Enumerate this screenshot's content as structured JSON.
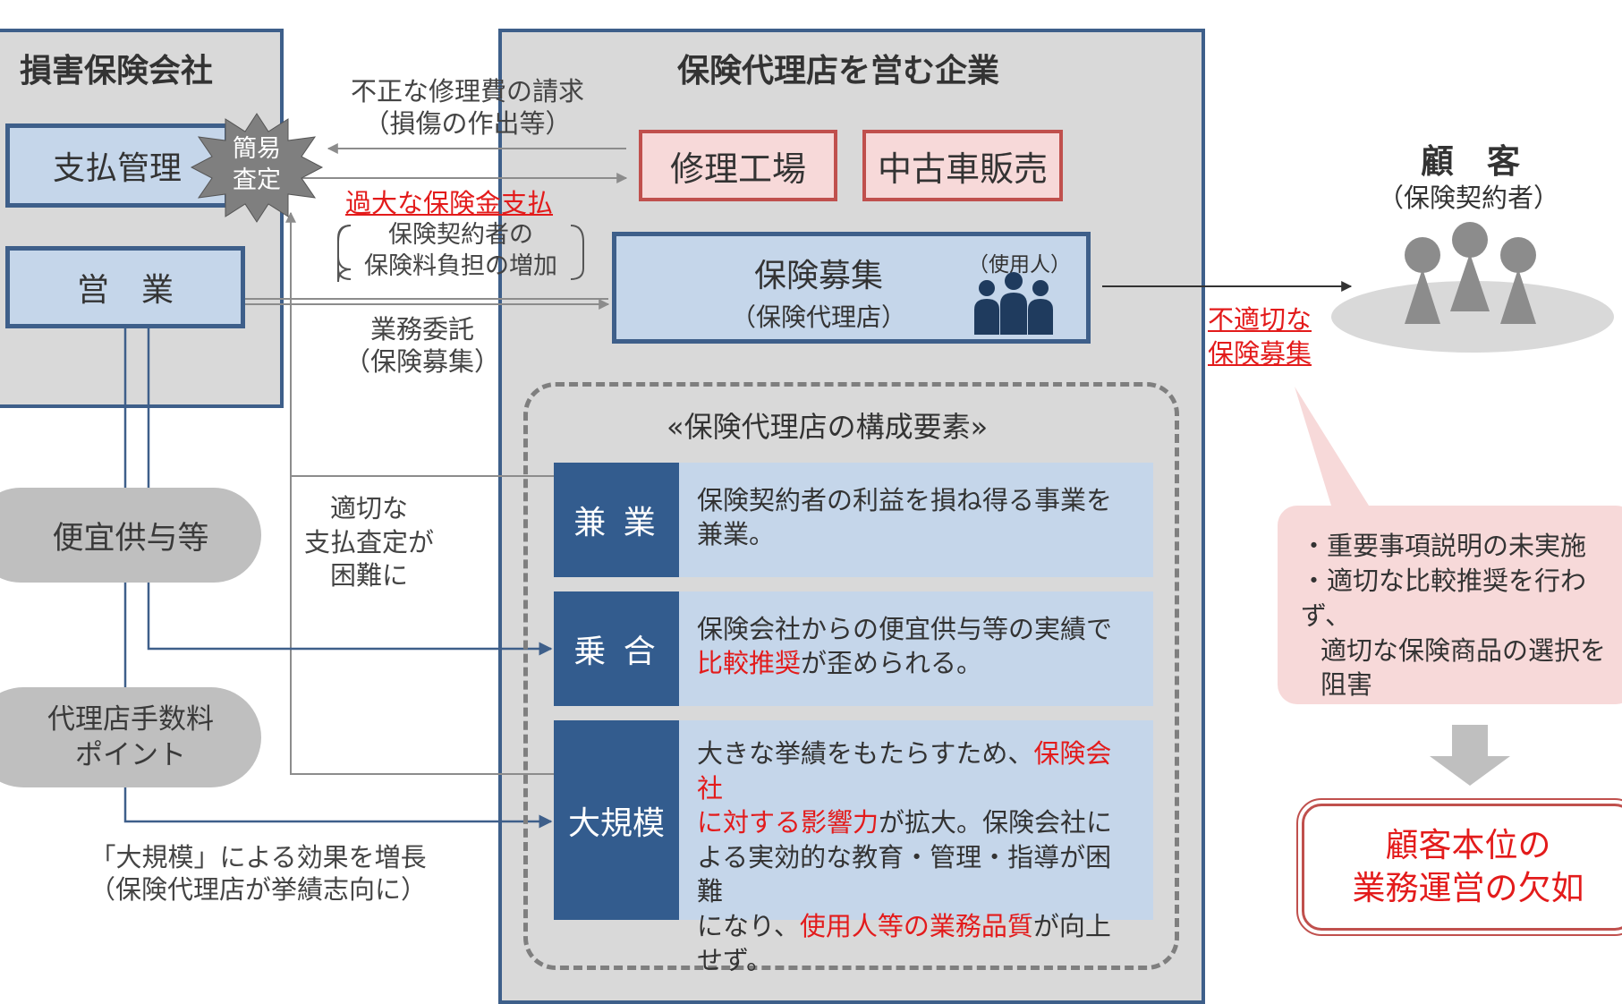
{
  "left_panel": {
    "title": "損害保険会社",
    "payment_box": "支払管理",
    "badge_line1": "簡易",
    "badge_line2": "査定",
    "sales_box": "営　業"
  },
  "middle_panel": {
    "title": "保険代理店を営む企業",
    "repair_box": "修理工場",
    "used_car_box": "中古車販売",
    "recruit_line1": "保険募集",
    "recruit_line2": "（保険代理店）",
    "employee_label": "（使用人）"
  },
  "flow_labels": {
    "fraud_line1": "不正な修理費の請求",
    "fraud_line2": "（損傷の作出等）",
    "overpay": "過大な保険金支払",
    "burden_line1": "保険契約者の",
    "burden_line2": "保険料負担の増加",
    "entrust_line1": "業務委託",
    "entrust_line2": "（保険募集）",
    "assess_line1": "適切な",
    "assess_line2": "支払査定が",
    "assess_line3": "困難に",
    "effect_line1": "「大規模」による効果を増長",
    "effect_line2": "（保険代理店が挙績志向に）",
    "inappropriate_line1": "不適切な",
    "inappropriate_line2": "保険募集"
  },
  "pills": {
    "benefit": "便宜供与等",
    "commission_line1": "代理店手数料",
    "commission_line2": "ポイント"
  },
  "components": {
    "title": "«保険代理店の構成要素»",
    "items": [
      {
        "head": "兼 業",
        "text1": "保険契約者の利益を損ね得る事業を",
        "text2": "兼業。"
      },
      {
        "head": "乗 合",
        "text1": "保険会社からの便宜供与等の実績で",
        "red2": "比較推奨",
        "text2": "が歪められる。"
      },
      {
        "head": "大規模",
        "l1a": "大きな挙績をもたらすため、",
        "l1r": "保険会社",
        "l2r": "に対する影響力",
        "l2b": "が拡大。保険会社に",
        "l3": "よる実効的な教育・管理・指導が困難",
        "l4a": "になり、",
        "l4r": "使用人等の業務品質",
        "l4b": "が向上",
        "l5": "せず。"
      }
    ]
  },
  "customer": {
    "title": "顧　客",
    "subtitle": "（保険契約者）"
  },
  "callout": {
    "bullet1": "・重要事項説明の未実施",
    "bullet2": "・適切な比較推奨を行わず、",
    "bullet3": "適切な保険商品の選択を",
    "bullet4": "阻害"
  },
  "result": {
    "line1": "顧客本位の",
    "line2": "業務運営の欠如"
  }
}
